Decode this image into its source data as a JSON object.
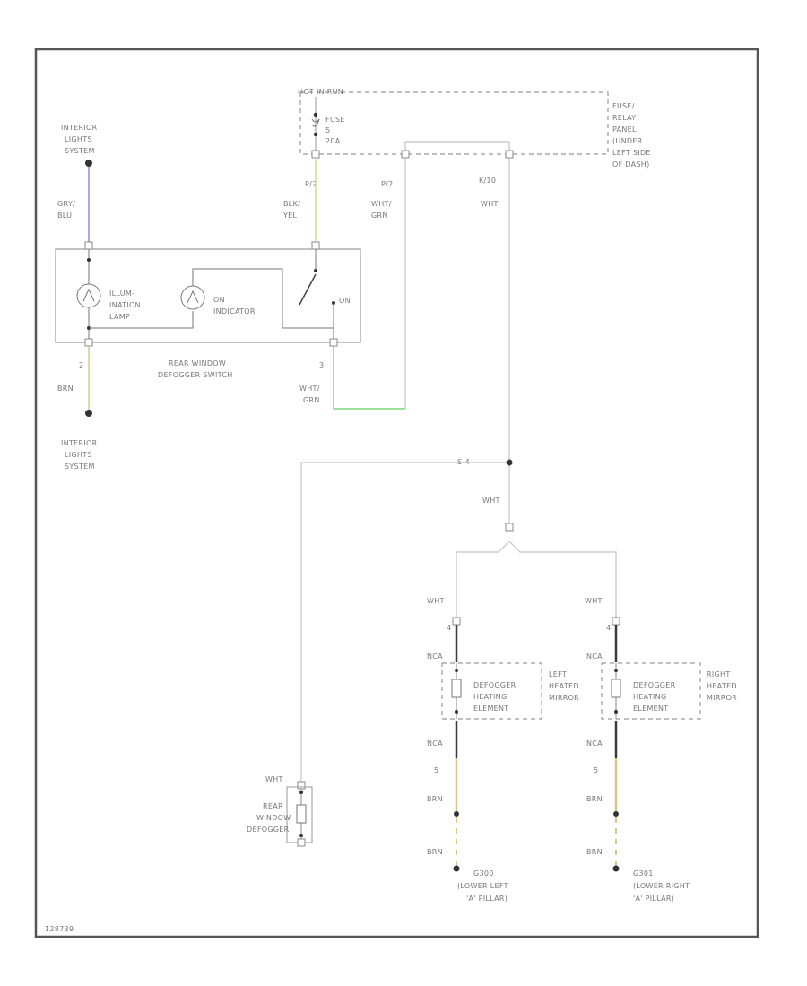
{
  "labels": {
    "interior_lights_top": [
      "INTERIOR",
      "LIGHTS",
      "SYSTEM"
    ],
    "interior_lights_bottom": [
      "INTERIOR",
      "LIGHTS",
      "SYSTEM"
    ],
    "hot_in_run": "HOT IN RUN",
    "fuse": [
      "FUSE",
      "5",
      "20A"
    ],
    "fuse_panel": [
      "FUSE/",
      "RELAY",
      "PANEL",
      "(UNDER",
      "LEFT SIDE",
      "OF DASH)"
    ],
    "pin_left_top": "P/2",
    "pin_mid": "P/2",
    "pin_right": "K/10",
    "wire_gry_blu": [
      "GRY/",
      "BLU"
    ],
    "wire_blk_yel": [
      "BLK/",
      "YEL"
    ],
    "wire_wht_grn_top": [
      "WHT/",
      "GRN"
    ],
    "wire_wht_right": "WHT",
    "illumination_lamp": [
      "ILLUM-",
      "INATION",
      "LAMP"
    ],
    "on_indicator": [
      "ON",
      "INDICATOR"
    ],
    "switch_on": "ON",
    "switch_name": [
      "REAR WINDOW",
      "DEFOGGER SWITCH"
    ],
    "pin_sw_left": "2",
    "pin_sw_right": "3",
    "wire_brn_left": "BRN",
    "wire_wht_grn_bot": [
      "WHT/",
      "GRN"
    ],
    "splice": "S-4",
    "wire_wht_splice": "WHT",
    "wire_wht_left_mirror": "WHT",
    "wire_wht_right_mirror": "WHT",
    "pin_lm_top": "4",
    "pin_rm_top": "4",
    "nca_lm_top": "NCA",
    "nca_rm_top": "NCA",
    "left_element": [
      "DEFOGGER",
      "HEATING",
      "ELEMENT"
    ],
    "right_element": [
      "DEFOGGER",
      "HEATING",
      "ELEMENT"
    ],
    "left_mirror": [
      "LEFT",
      "HEATED",
      "MIRROR"
    ],
    "right_mirror": [
      "RIGHT",
      "HEATED",
      "MIRROR"
    ],
    "nca_lm_bot": "NCA",
    "nca_rm_bot": "NCA",
    "pin_lm_bot": "5",
    "pin_rm_bot": "5",
    "brn_lm_1": "BRN",
    "brn_rm_1": "BRN",
    "brn_lm_2": "BRN",
    "brn_rm_2": "BRN",
    "g_left": [
      "G300",
      "(LOWER LEFT",
      "'A' PILLAR)"
    ],
    "g_right": [
      "G301",
      "(LOWER RIGHT",
      "'A' PILLAR)"
    ],
    "wire_wht_rear": "WHT",
    "rear_defogger": [
      "REAR",
      "WINDOW",
      "DEFOGGER"
    ],
    "diagram_id": "128739"
  },
  "colors": {
    "wire_default": "#c4c4c4",
    "gry_blu": "#8a8ff0",
    "blk_yel": "#d8d498",
    "brn": "#d6c88a",
    "wht_grn": "#7ed67e",
    "black_segment": "#3a3a3a",
    "border": "#555555"
  }
}
